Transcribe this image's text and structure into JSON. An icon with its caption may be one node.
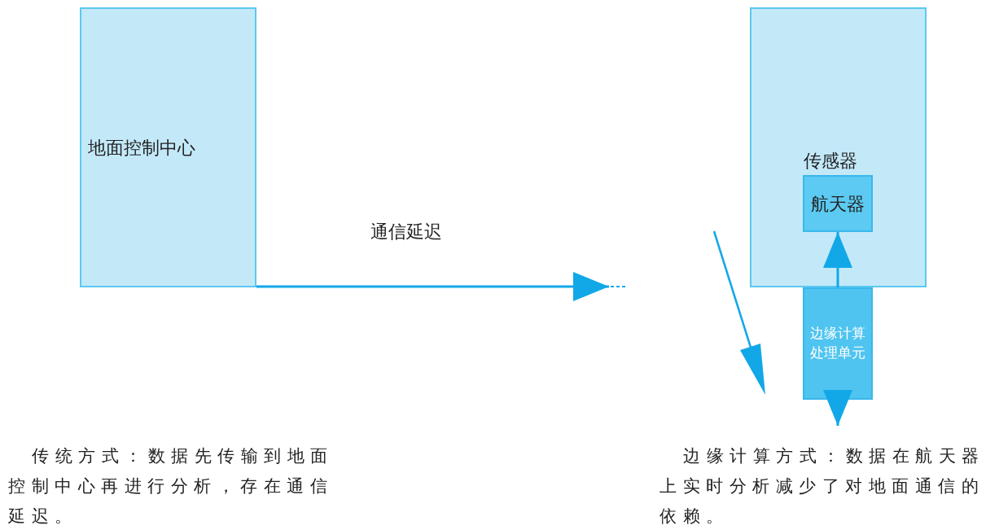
{
  "diagram": {
    "nodes": [
      {
        "text": [
          "地面控制中心"
        ]
      },
      {
        "text": [
          "传感器"
        ]
      },
      {
        "text": [
          "航天器"
        ],
        "in": 1
      },
      {
        "text": [
          "边缘计算处理单元"
        ]
      }
    ],
    "edges": [
      {
        "from": 0,
        "to": null,
        "arrow": "to",
        "label": "通信延迟"
      },
      {
        "from": 3,
        "to": 2,
        "arrow": "to"
      },
      {
        "from": 3,
        "to": null,
        "arrow": "to"
      }
    ],
    "labels": [
      "传统方式：数据先传输到地面控制中心再进行分析，存在通信延迟。",
      "边缘计算方式：数据在航天器上实时分析减少了对地面通信的依赖。"
    ]
  }
}
